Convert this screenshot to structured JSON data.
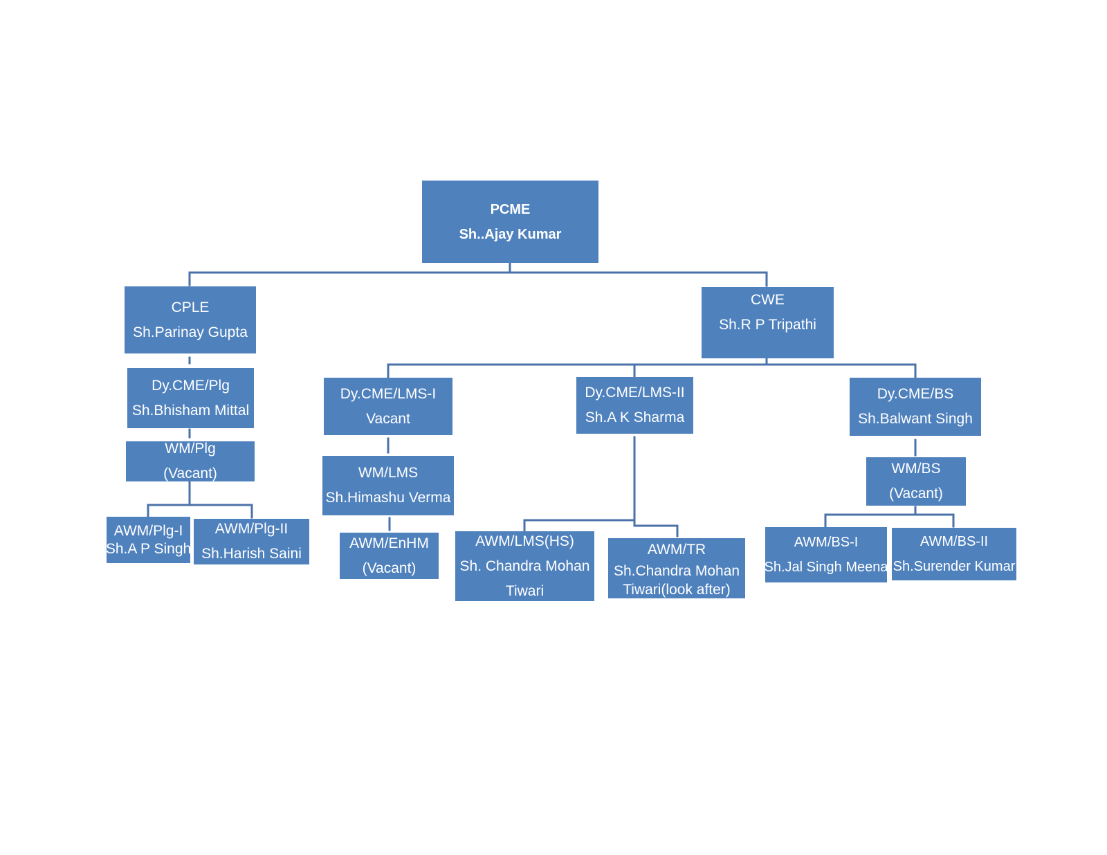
{
  "colors": {
    "box_fill": "#4f81bd",
    "box_text": "#ffffff",
    "connector": "#4a72a8",
    "background": "#ffffff"
  },
  "nodes": {
    "pcme": {
      "title": "PCME",
      "name": "Sh..Ajay Kumar"
    },
    "cple": {
      "title": "CPLE",
      "name": "Sh.Parinay Gupta"
    },
    "cwe": {
      "title": "CWE",
      "name": "Sh.R P Tripathi"
    },
    "dycme_plg": {
      "title": "Dy.CME/Plg",
      "name": "Sh.Bhisham Mittal"
    },
    "wm_plg": {
      "title": "WM/Plg",
      "name": "(Vacant)"
    },
    "awm_plg1": {
      "title": "AWM/Plg-I",
      "name": "Sh.A P Singh"
    },
    "awm_plg2": {
      "title": "AWM/Plg-II",
      "name": "Sh.Harish Saini"
    },
    "dycme_lms1": {
      "title": "Dy.CME/LMS-I",
      "name": "Vacant"
    },
    "wm_lms": {
      "title": "WM/LMS",
      "name": "Sh.Himashu Verma"
    },
    "awm_enhm": {
      "title": "AWM/EnHM",
      "name": "(Vacant)"
    },
    "dycme_lms2": {
      "title": "Dy.CME/LMS-II",
      "name": "Sh.A K Sharma"
    },
    "awm_lms_hs": {
      "title": "AWM/LMS(HS)",
      "name_line1": "Sh. Chandra Mohan",
      "name_line2": "Tiwari"
    },
    "awm_tr": {
      "title": "AWM/TR",
      "name_line1": "Sh.Chandra Mohan",
      "name_line2": "Tiwari(look after)"
    },
    "dycme_bs": {
      "title": "Dy.CME/BS",
      "name": "Sh.Balwant Singh"
    },
    "wm_bs": {
      "title": "WM/BS",
      "name": "(Vacant)"
    },
    "awm_bs1": {
      "title": "AWM/BS-I",
      "name": "Sh.Jal Singh Meena"
    },
    "awm_bs2": {
      "title": "AWM/BS-II",
      "name": "Sh.Surender Kumar"
    }
  }
}
